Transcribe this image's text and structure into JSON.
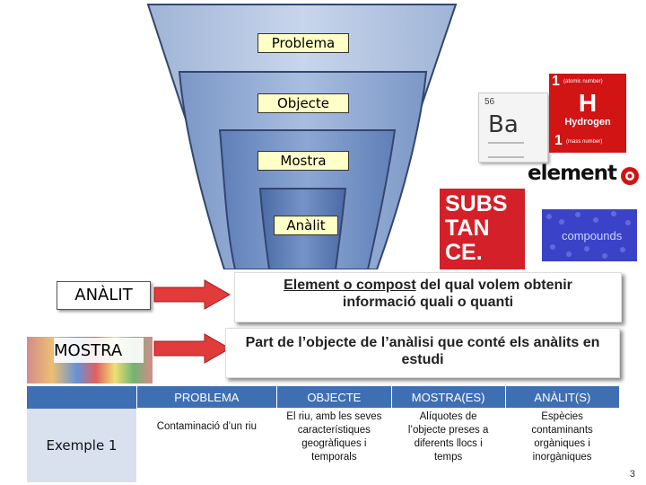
{
  "funnel": {
    "levels": [
      {
        "label": "Problema"
      },
      {
        "label": "Objecte"
      },
      {
        "label": "Mostra"
      },
      {
        "label": "Anàlit"
      }
    ]
  },
  "images": {
    "element_tile": {
      "number": "56",
      "symbol": "Ba"
    },
    "hydrogen_tile": {
      "top_number": "1",
      "top_caption": "(atomic number)",
      "symbol": "H",
      "name": "Hydrogen",
      "bottom_number": "1",
      "bottom_caption": "(mass number)"
    },
    "element_logo": "element",
    "substance_logo": {
      "line1": "SUBS",
      "line2": "TAN",
      "line3": "CE."
    },
    "compounds_tile": "compounds"
  },
  "terms": [
    {
      "term": "ANÀLIT",
      "definition": "Element o compost del qual volem obtenir informació quali o quanti",
      "underlined": "Element o compost"
    },
    {
      "term": "MOSTRA",
      "definition": "Part de l’objecte de l’anàlisi que conté els anàlits en estudi"
    }
  ],
  "table": {
    "headers": [
      "PROBLEMA",
      "OBJECTE",
      "MOSTRA(ES)",
      "ANÀLIT(S)"
    ],
    "rows": [
      {
        "label": "Exemple 1",
        "cells": [
          "Contaminació d’un riu",
          "El riu, amb les seves característiques geogràfiques i temporals",
          "Alíquotes de l’objecte preses a diferents llocs i temps",
          "Espècies contaminants orgàniques i inorgàniques"
        ]
      }
    ]
  },
  "page_number": "3",
  "colors": {
    "accent": "#3f6fb3",
    "label_bg": "#ffffc8",
    "arrow": "#e23b3b",
    "brand_red": "#d11414"
  }
}
